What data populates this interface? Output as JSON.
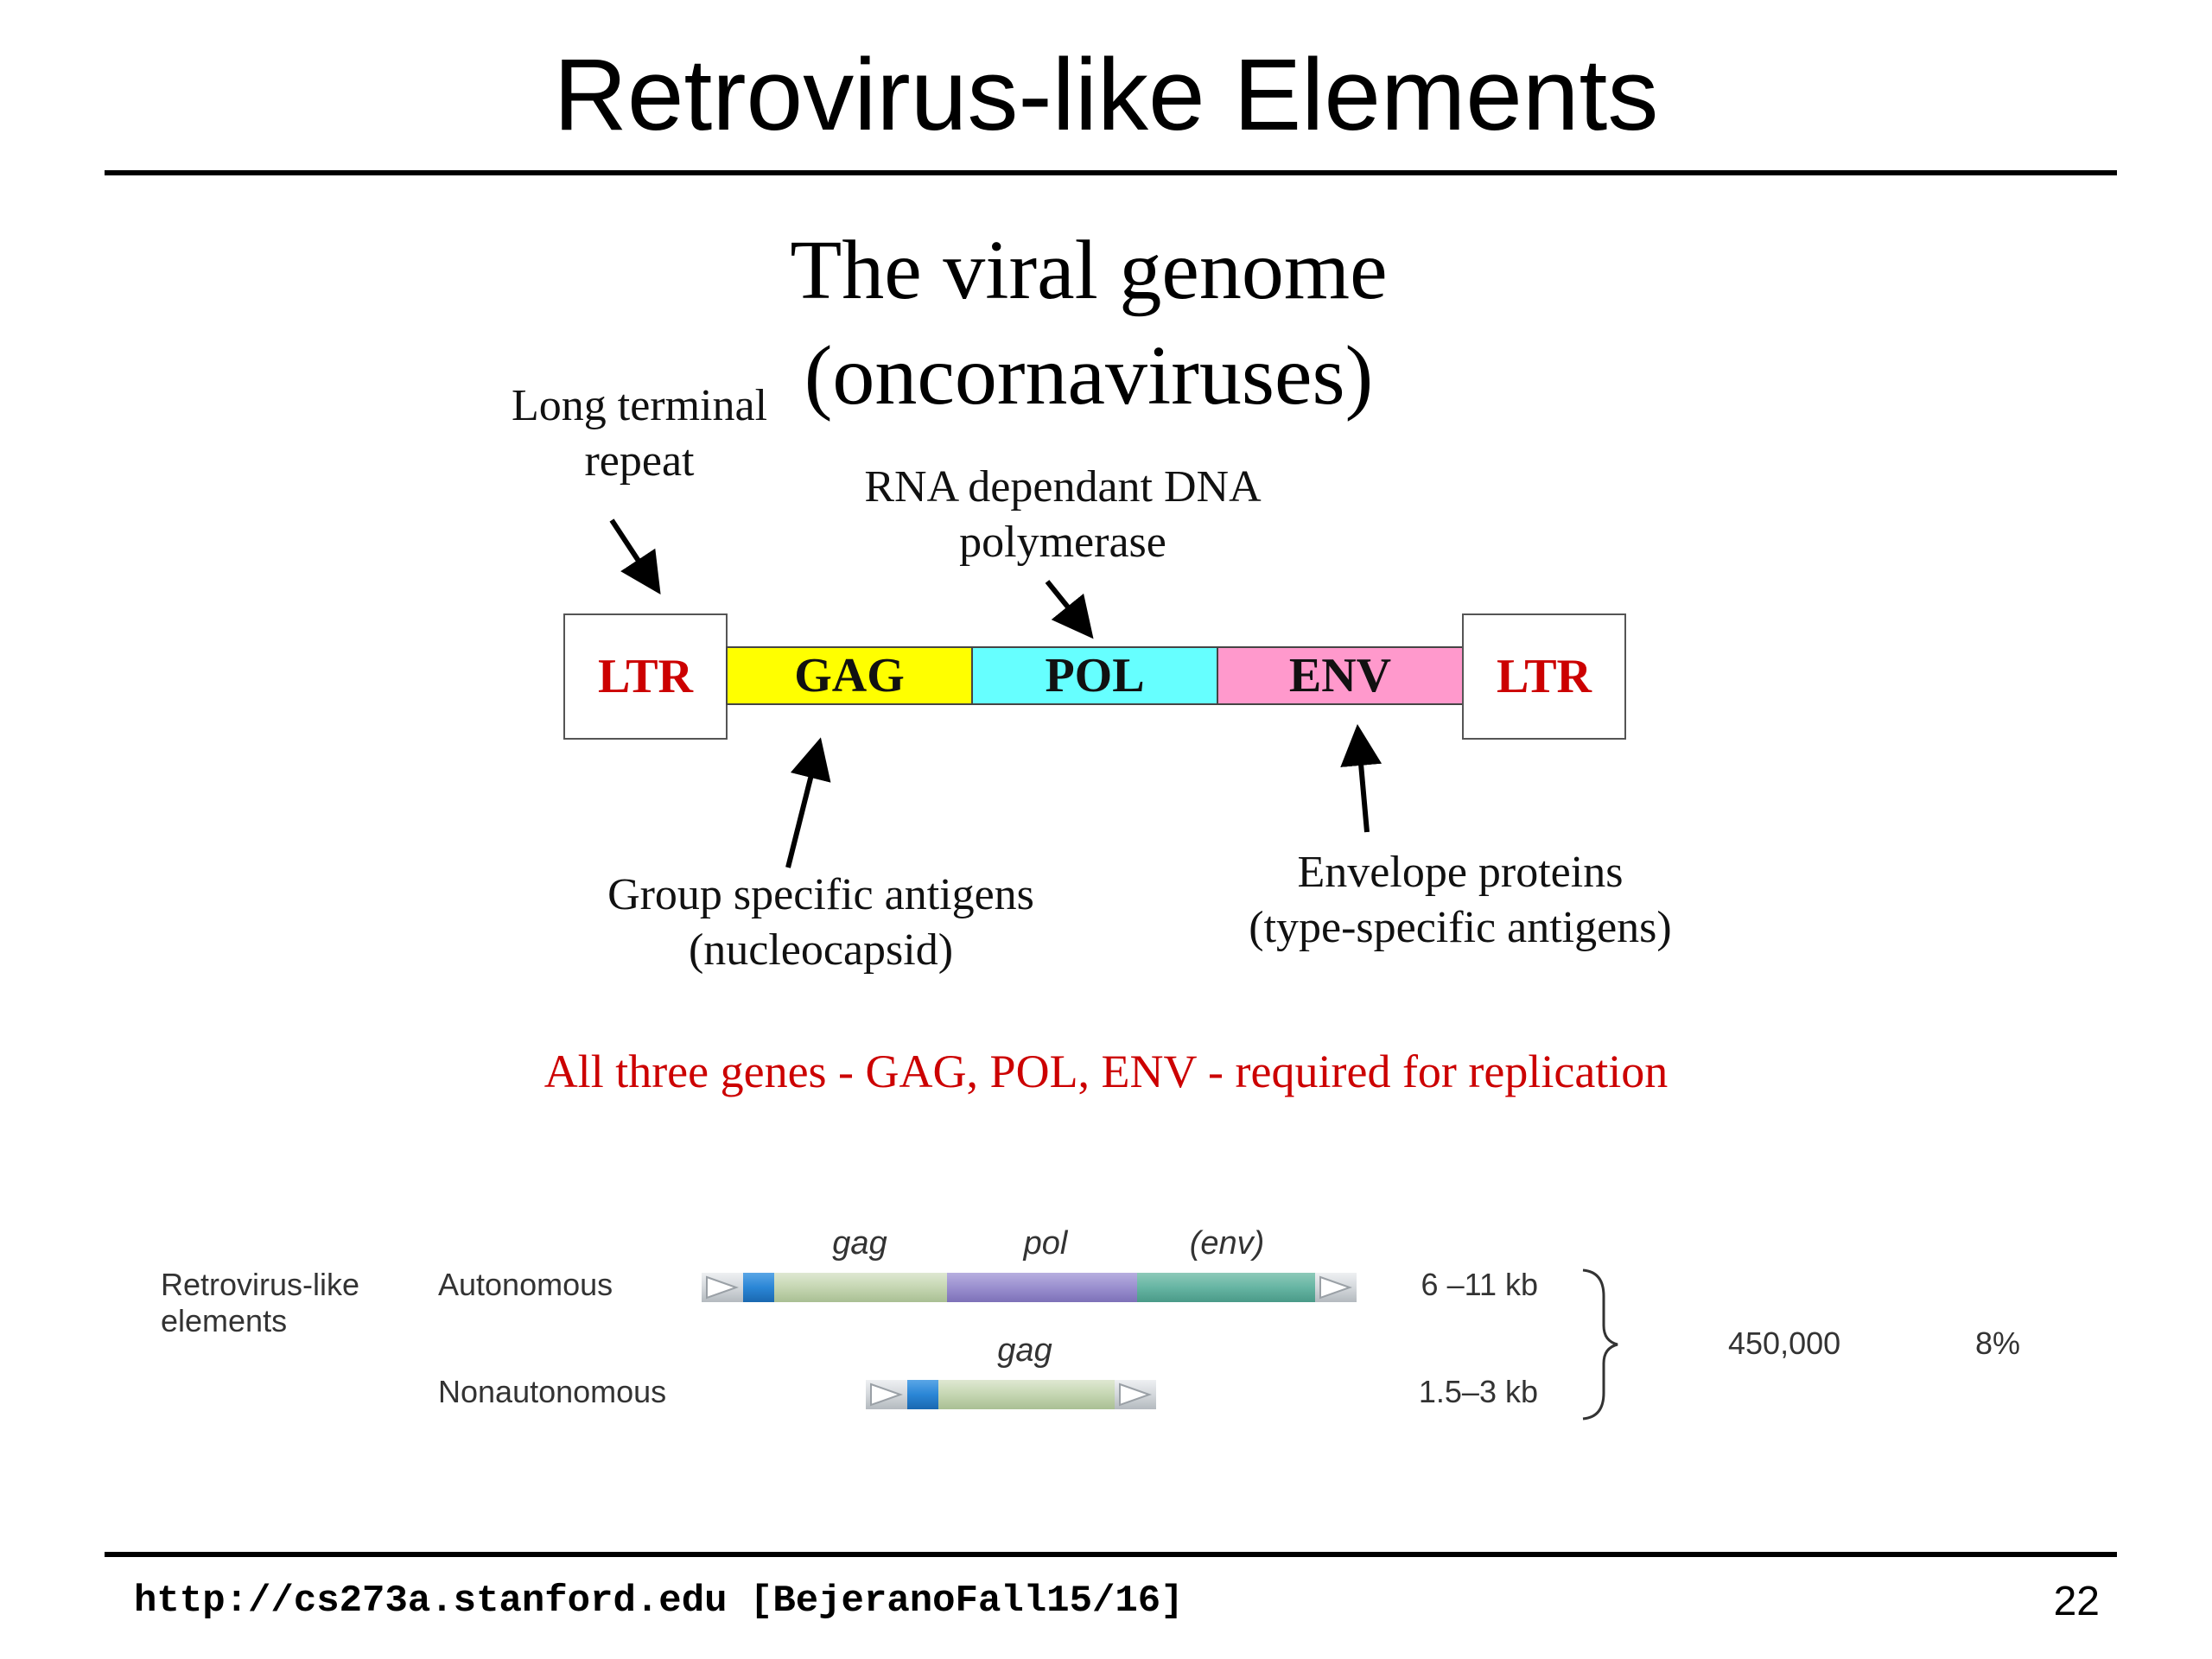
{
  "slide": {
    "title": "Retrovirus-like Elements",
    "footer_url": "http://cs273a.stanford.edu [BejeranoFall15/16]",
    "page_number": "22"
  },
  "diagram": {
    "title_line1": "The viral genome",
    "title_line2": "(oncornaviruses)",
    "segments": [
      {
        "label": "LTR",
        "color": "#ffffff",
        "text_color": "#cc0000"
      },
      {
        "label": "GAG",
        "color": "#ffff00",
        "text_color": "#111111"
      },
      {
        "label": "POL",
        "color": "#66ffff",
        "text_color": "#111111"
      },
      {
        "label": "ENV",
        "color": "#ff99cc",
        "text_color": "#111111"
      },
      {
        "label": "LTR",
        "color": "#ffffff",
        "text_color": "#cc0000"
      }
    ],
    "annotations": {
      "ltr_line1": "Long terminal",
      "ltr_line2": "repeat",
      "pol_line1": "RNA dependant DNA",
      "pol_line2": "polymerase",
      "gag_line1": "Group specific antigens",
      "gag_line2": "(nucleocapsid)",
      "env_line1": "Envelope proteins",
      "env_line2": "(type-specific antigens)"
    },
    "note": "All three genes - GAG, POL, ENV - required for replication",
    "note_color": "#cc0000"
  },
  "table": {
    "class_line1": "Retrovirus-like",
    "class_line2": "elements",
    "rows": [
      {
        "type": "Autonomous",
        "size": "6 –11 kb",
        "genes": [
          "gag",
          "pol",
          "(env)"
        ]
      },
      {
        "type": "Nonautonomous",
        "size": "1.5–3 kb",
        "genes": [
          "gag"
        ]
      }
    ],
    "copies": "450,000",
    "fraction": "8%",
    "colors": {
      "gag": "#c5d6b2",
      "pol": "#9a8fcf",
      "env": "#66b5a3",
      "ltr": "#2a86d6",
      "end": "#d4d8dc"
    }
  }
}
